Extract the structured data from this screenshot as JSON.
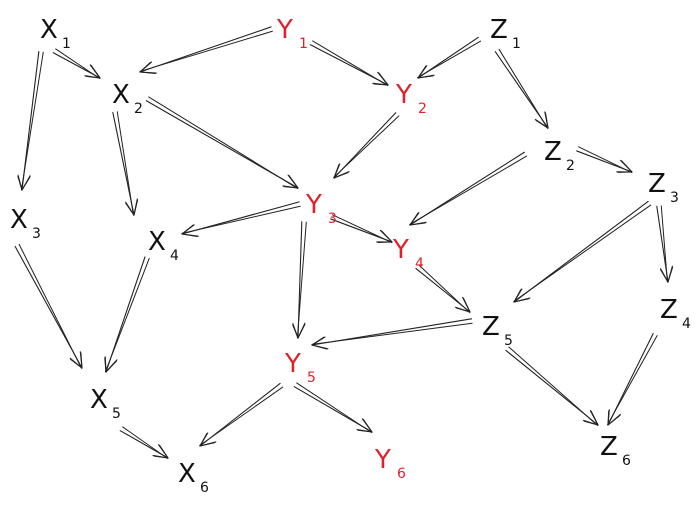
{
  "colors": {
    "x_nodes": "#111111",
    "y_nodes": "#e0212b",
    "z_nodes": "#111111",
    "edges": "#222222",
    "background": "#ffffff"
  },
  "nodes": [
    {
      "id": "X1",
      "letter": "X",
      "sub": "1",
      "group": "x"
    },
    {
      "id": "X2",
      "letter": "X",
      "sub": "2",
      "group": "x"
    },
    {
      "id": "X3",
      "letter": "X",
      "sub": "3",
      "group": "x"
    },
    {
      "id": "X4",
      "letter": "X",
      "sub": "4",
      "group": "x"
    },
    {
      "id": "X5",
      "letter": "X",
      "sub": "5",
      "group": "x"
    },
    {
      "id": "X6",
      "letter": "X",
      "sub": "6",
      "group": "x"
    },
    {
      "id": "Y1",
      "letter": "Y",
      "sub": "1",
      "group": "y"
    },
    {
      "id": "Y2",
      "letter": "Y",
      "sub": "2",
      "group": "y"
    },
    {
      "id": "Y3",
      "letter": "Y",
      "sub": "3",
      "group": "y"
    },
    {
      "id": "Y4",
      "letter": "Y",
      "sub": "4",
      "group": "y"
    },
    {
      "id": "Y5",
      "letter": "Y",
      "sub": "5",
      "group": "y"
    },
    {
      "id": "Y6",
      "letter": "Y",
      "sub": "6",
      "group": "y"
    },
    {
      "id": "Z1",
      "letter": "Z",
      "sub": "1",
      "group": "z"
    },
    {
      "id": "Z2",
      "letter": "Z",
      "sub": "2",
      "group": "z"
    },
    {
      "id": "Z3",
      "letter": "Z",
      "sub": "3",
      "group": "z"
    },
    {
      "id": "Z4",
      "letter": "Z",
      "sub": "4",
      "group": "z"
    },
    {
      "id": "Z5",
      "letter": "Z",
      "sub": "5",
      "group": "z"
    },
    {
      "id": "Z6",
      "letter": "Z",
      "sub": "6",
      "group": "z"
    }
  ],
  "edges": [
    {
      "from": "X1",
      "to": "X2"
    },
    {
      "from": "X1",
      "to": "X3"
    },
    {
      "from": "Y1",
      "to": "X2"
    },
    {
      "from": "Y1",
      "to": "Y2"
    },
    {
      "from": "Z1",
      "to": "Y2"
    },
    {
      "from": "Z1",
      "to": "Z2"
    },
    {
      "from": "X2",
      "to": "X4"
    },
    {
      "from": "X2",
      "to": "Y3"
    },
    {
      "from": "Y2",
      "to": "Y3"
    },
    {
      "from": "Z2",
      "to": "Y4"
    },
    {
      "from": "Z2",
      "to": "Z3"
    },
    {
      "from": "Y3",
      "to": "X4"
    },
    {
      "from": "Y3",
      "to": "Y4"
    },
    {
      "from": "Y3",
      "to": "Y5"
    },
    {
      "from": "Z3",
      "to": "Z5"
    },
    {
      "from": "Z3",
      "to": "Z4"
    },
    {
      "from": "X3",
      "to": "X5"
    },
    {
      "from": "X4",
      "to": "X5"
    },
    {
      "from": "Y4",
      "to": "Z5"
    },
    {
      "from": "Z5",
      "to": "Y5"
    },
    {
      "from": "Z5",
      "to": "Z6"
    },
    {
      "from": "Z4",
      "to": "Z6"
    },
    {
      "from": "X5",
      "to": "X6"
    },
    {
      "from": "Y5",
      "to": "X6"
    },
    {
      "from": "Y5",
      "to": "Y6"
    }
  ]
}
